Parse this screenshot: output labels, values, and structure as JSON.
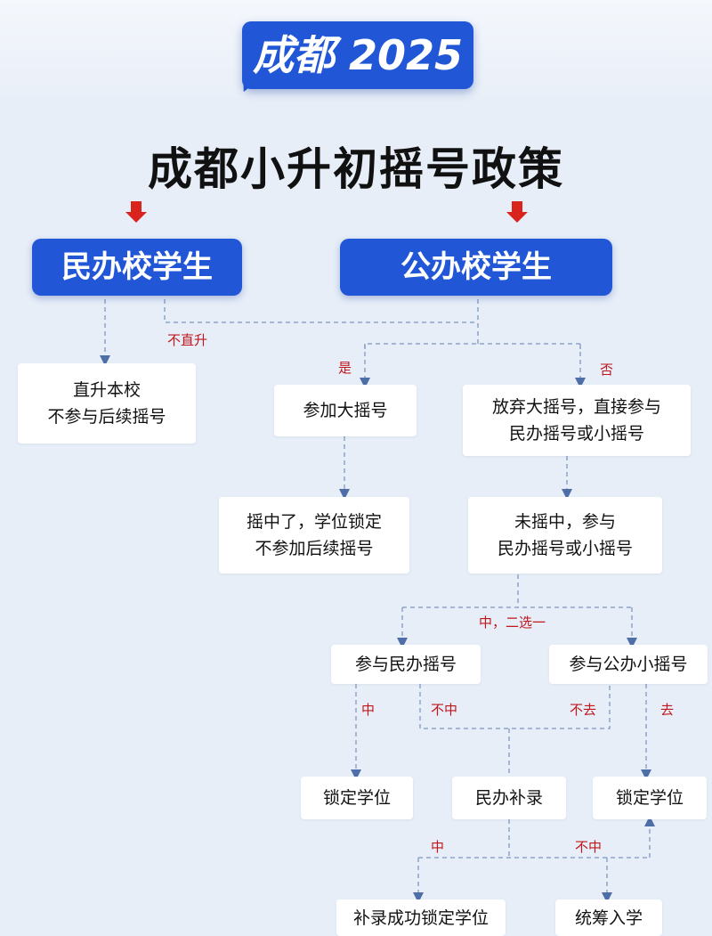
{
  "badge": "成都 2025",
  "title": "成都小升初摇号政策",
  "categories": {
    "private": "民办校学生",
    "public": "公办校学生"
  },
  "nodes": {
    "direct_promotion": "直升本校\n不参与后续摇号",
    "join_big_lottery": "参加大摇号",
    "skip_big_lottery": "放弃大摇号，直接参与\n民办摇号或小摇号",
    "won_locked": "摇中了，学位锁定\n不参加后续摇号",
    "not_won": "未摇中，参与\n民办摇号或小摇号",
    "private_lottery": "参与民办摇号",
    "public_small_lottery": "参与公办小摇号",
    "lock_seat_left": "锁定学位",
    "private_supplement": "民办补录",
    "lock_seat_right": "锁定学位",
    "supplement_success": "补录成功锁定学位",
    "coordinated": "统筹入学"
  },
  "labels": {
    "not_direct": "不直升",
    "yes": "是",
    "no": "否",
    "pick_one": "中，二选一",
    "win_left": "中",
    "lose_left": "不中",
    "not_go": "不去",
    "go": "去",
    "win_bottom": "中",
    "lose_bottom": "不中"
  },
  "colors": {
    "primary_blue": "#2157d6",
    "label_red": "#c0161c",
    "arrow_red": "#d9231d",
    "line_gray": "#8da3c9"
  }
}
